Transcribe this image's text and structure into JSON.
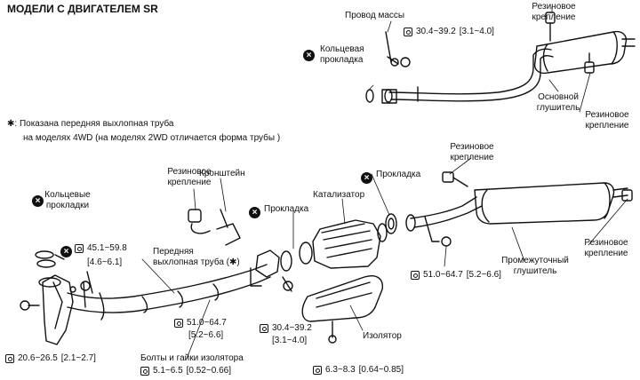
{
  "title": "МОДЕЛИ С ДВИГАТЕЛЕМ SR",
  "note": {
    "marker": "✱",
    "line1": ": Показана передняя выхлопная труба",
    "line2": "на моделях 4WD (на моделях 2WD отличается форма трубы )"
  },
  "labels": {
    "ground_wire": "Провод массы",
    "rubber_mount_top": [
      "Резиновое",
      "крепление"
    ],
    "ring_gasket": [
      "Кольцевая",
      "прокладка"
    ],
    "main_muffler": [
      "Основной",
      "глушитель"
    ],
    "rubber_mount_right": [
      "Резиновое",
      "крепление"
    ],
    "rubber_mount_mid": [
      "Резиновое",
      "крепление"
    ],
    "gasket_right": "Прокладка",
    "bracket": "Кронштейн",
    "rubber_mount_left": [
      "Резиновое",
      "крепление"
    ],
    "gasket_center": "Прокладка",
    "catalyst": "Катализатор",
    "ring_gaskets_left": [
      "Кольцевые",
      "прокладки"
    ],
    "front_pipe": [
      "Передняя",
      "выхлопная труба (✱)"
    ],
    "intermediate_muffler": [
      "Промежуточный",
      "глушитель"
    ],
    "rubber_mount_br": [
      "Резиновое",
      "крепление"
    ],
    "insulator": "Изолятор",
    "insulator_bolts": "Болты и гайки изолятора"
  },
  "torques": {
    "t1": {
      "nm": "30.4~39.2",
      "kgm": "[3.1~4.0]"
    },
    "t2": {
      "nm": "45.1~59.8",
      "kgm": "[4.6~6.1]"
    },
    "t3": {
      "nm": "51.0~64.7",
      "kgm": "[5.2~6.6]"
    },
    "t4": {
      "nm": "51.0~64.7",
      "kgm": "[5.2~6.6]"
    },
    "t5": {
      "nm": "30.4~39.2",
      "kgm": "[3.1~4.0]"
    },
    "t6": {
      "nm": "20.6~26.5",
      "kgm": "[2.1~2.7]"
    },
    "t7": {
      "nm": "5.1~6.5",
      "kgm": "[0.52~0.66]"
    },
    "t8": {
      "nm": "6.3~8.3",
      "kgm": "[0.64~0.85]"
    }
  },
  "icons": {
    "replace_marker": "⊗",
    "torque_wrench": "torque-wrench-icon"
  },
  "colors": {
    "line": "#111111",
    "background": "#ffffff"
  }
}
